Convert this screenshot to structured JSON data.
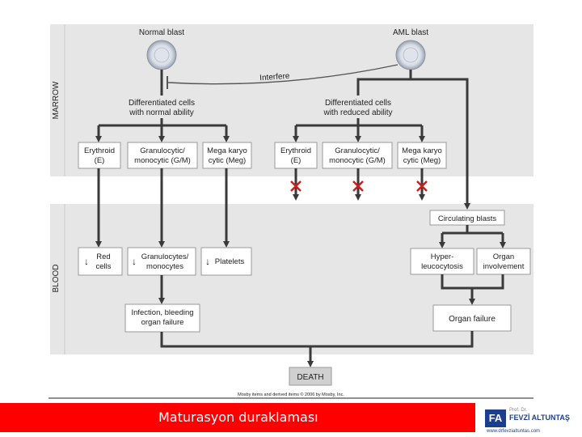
{
  "sections": {
    "marrow": "MARROW",
    "blood": "BLOOD"
  },
  "top": {
    "normal_blast": "Normal blast",
    "aml_blast": "AML blast",
    "interfere": "Interfere"
  },
  "normal": {
    "header_line1": "Differentiated cells",
    "header_line2": "with normal ability",
    "erythroid": [
      "Erythroid",
      "(E)"
    ],
    "granulocytic": [
      "Granulocytic/",
      "monocytic (G/M)"
    ],
    "megakaryo": [
      "Mega karyo",
      "cytic (Meg)"
    ],
    "red_cells": [
      "Red",
      "cells"
    ],
    "granulocytes": [
      "Granulocytes/",
      "monocytes"
    ],
    "platelets": "Platelets",
    "infection": [
      "Infection, bleeding",
      "organ failure"
    ]
  },
  "aml": {
    "header_line1": "Differentiated cells",
    "header_line2": "with reduced ability",
    "erythroid": [
      "Erythroid",
      "(E)"
    ],
    "granulocytic": [
      "Granulocytic/",
      "monocytic (G/M)"
    ],
    "megakaryo": [
      "Mega karyo",
      "cytic (Meg)"
    ],
    "circulating_blasts": "Circulating blasts",
    "hyperleukocytosis": [
      "Hyper-",
      "leucocytosis"
    ],
    "organ_involvement": [
      "Organ",
      "involvement"
    ],
    "organ_failure": "Organ failure"
  },
  "death": "DEATH",
  "credit": "Mosby items and derived items © 2006 by Mosby, Inc.",
  "caption": "Maturasyon duraklaması",
  "logo": {
    "mark": "FA",
    "sub": "Prof. Dr.",
    "name": "FEVZİ ALTUNTAŞ",
    "url": "www.drfevzialtuntas.com"
  },
  "colors": {
    "caption_bg": "#ff0000",
    "x_mark": "#cc1f1f",
    "panel_bg": "#e6e6e6"
  }
}
